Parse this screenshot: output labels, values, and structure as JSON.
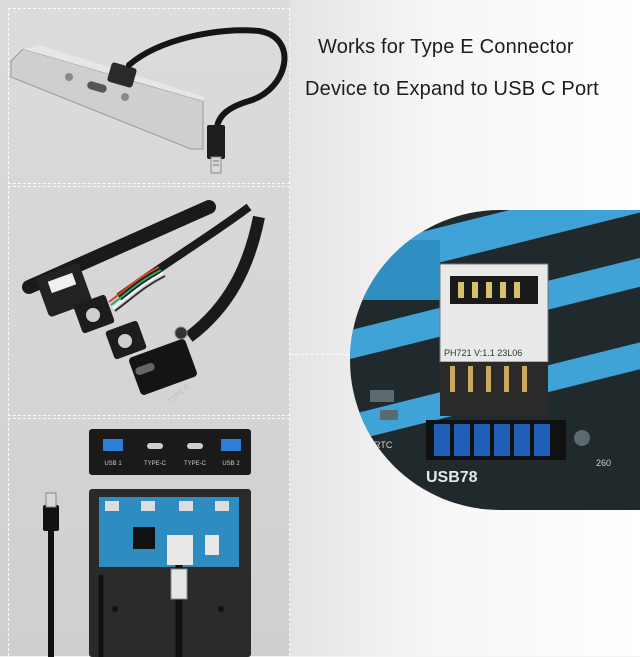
{
  "headline": {
    "line1": "Works for Type E Connector",
    "line2": "Device to Expand to USB C Port"
  },
  "front_panel": {
    "ports": [
      {
        "label": "USB 1",
        "kind": "usb-a"
      },
      {
        "label": "TYPE-C",
        "kind": "usb-c"
      },
      {
        "label": "TYPE-C",
        "kind": "usb-c"
      },
      {
        "label": "USB 2",
        "kind": "usb-a"
      }
    ]
  },
  "motherboard": {
    "adapter_marking": "PH721 V:1.1 23L06",
    "header_label": "USB78",
    "side_mark_left": "rmo RTC",
    "side_mark_right": "260"
  },
  "cable_label": "TYPE-C",
  "colors": {
    "board_blue": "#3fa3d8",
    "pcb_dark": "#1f2a2e",
    "pin_blue": "#1f5fb8",
    "metal": "#c9c9c9"
  }
}
